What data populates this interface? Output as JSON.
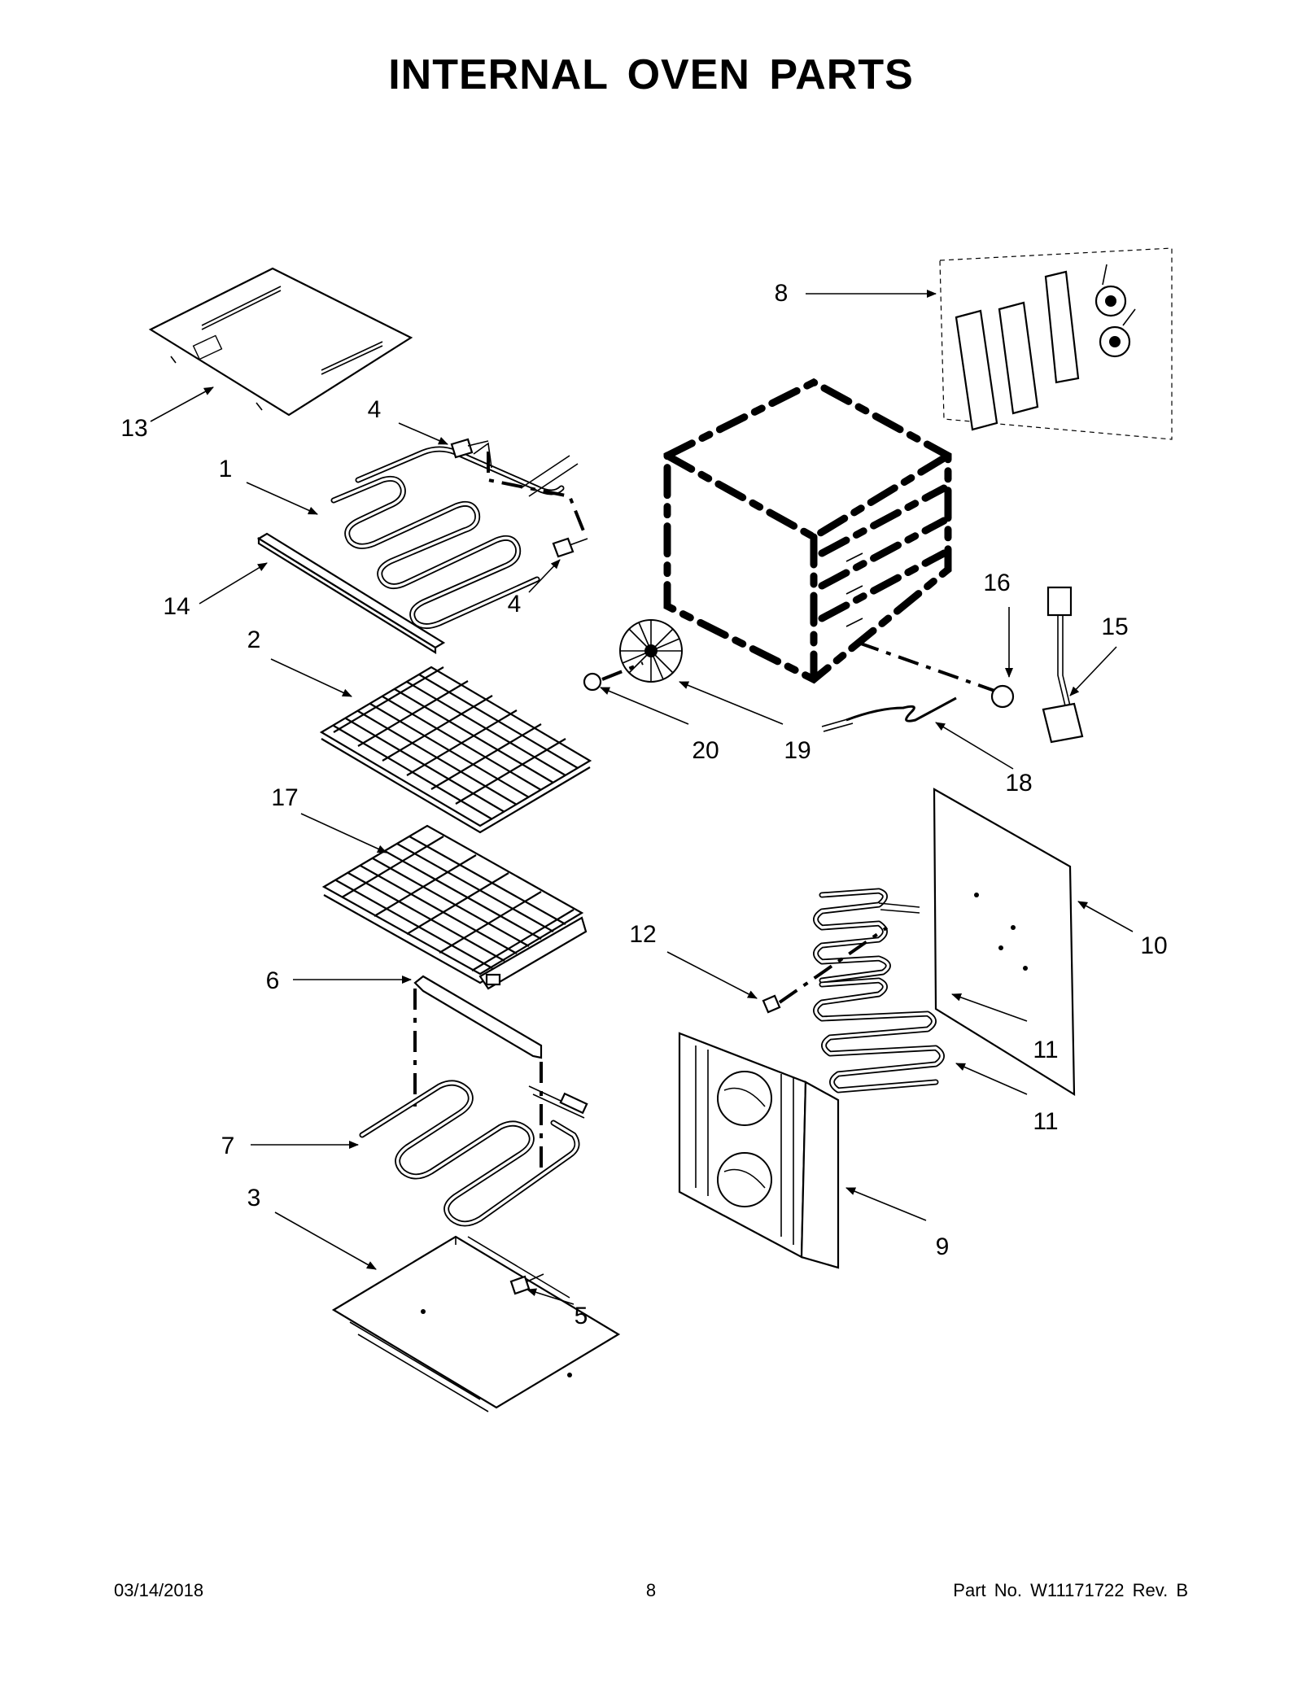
{
  "title": "INTERNAL OVEN PARTS",
  "callouts": {
    "c1": "1",
    "c2": "2",
    "c3": "3",
    "c4a": "4",
    "c4b": "4",
    "c5": "5",
    "c6": "6",
    "c7": "7",
    "c8": "8",
    "c9": "9",
    "c10": "10",
    "c11a": "11",
    "c11b": "11",
    "c12": "12",
    "c13": "13",
    "c14": "14",
    "c15": "15",
    "c16": "16",
    "c17": "17",
    "c18": "18",
    "c19": "19",
    "c20": "20"
  },
  "footer": {
    "date": "03/14/2018",
    "page": "8",
    "part": "Part No.  W11171722  Rev.  B"
  }
}
